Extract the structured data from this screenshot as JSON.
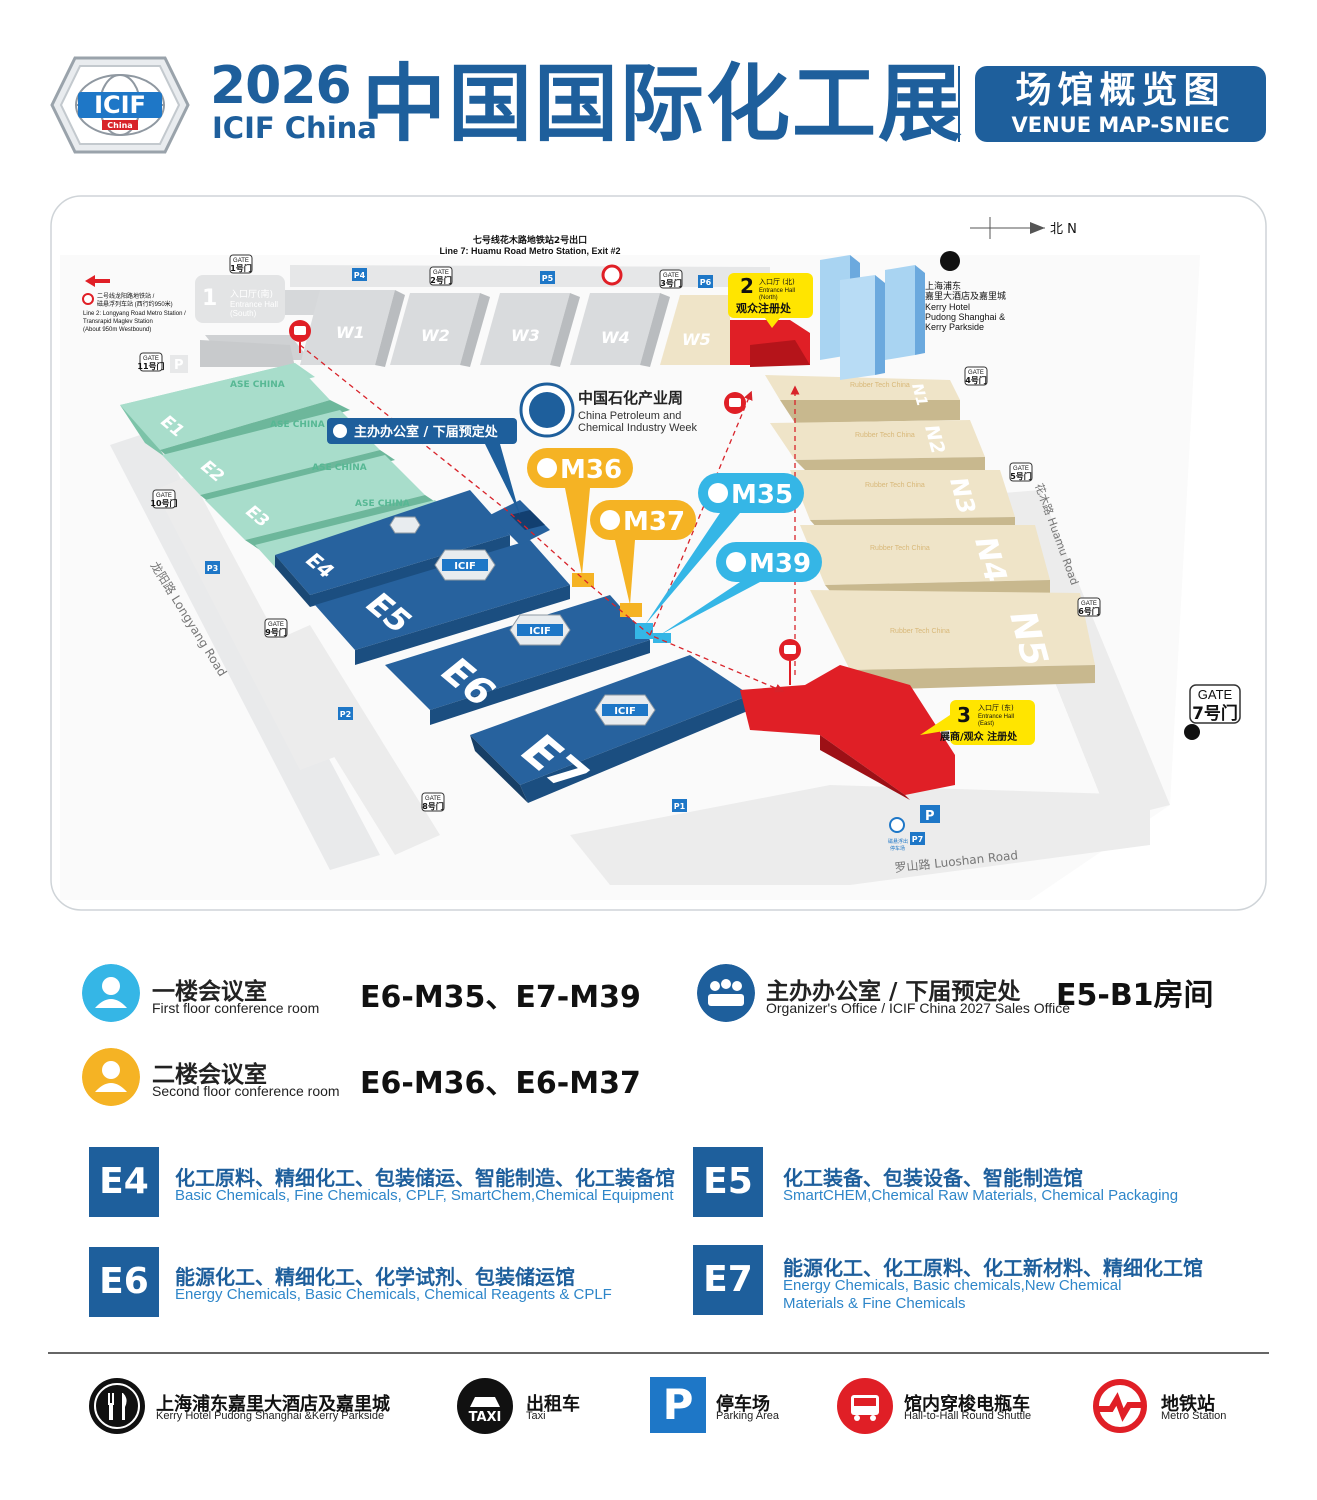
{
  "header": {
    "logo_text": "ICIF",
    "logo_sub": "China",
    "year": "2026",
    "brand": "ICIF China",
    "title": "中国国际化工展",
    "badge_cn": "场馆概览图",
    "badge_en": "VENUE MAP-SNIEC"
  },
  "map": {
    "compass": "北 N",
    "metro_exit_cn": "七号线花木路地铁站2号出口",
    "metro_exit_en": "Line 7: Huamu Road Metro Station, Exit #2",
    "west_metro": [
      "二号线龙阳路地铁站 /",
      "磁悬浮列车站 (西行约950米)",
      "Line 2: Longyang Road Metro Station /",
      "Transrapid Maglev Station",
      "(About 950m Westbound)"
    ],
    "hotel": [
      "上海浦东",
      "嘉里大酒店及嘉里城",
      "Kerry Hotel",
      "Pudong Shanghai &",
      "Kerry Parkside"
    ],
    "cpciw_cn": "中国石化产业周",
    "cpciw_en": [
      "China Petroleum and",
      "Chemical Industry Week"
    ],
    "organizer_tag": "主办办公室 / 下届预定处",
    "rooms": [
      "M36",
      "M37",
      "M35",
      "M39"
    ],
    "entrance1": {
      "num": "1",
      "cn": "入口厅(南)",
      "en": [
        "Entrance Hall",
        "(South)"
      ]
    },
    "entrance2": {
      "num": "2",
      "cn": "入口厅 (北)",
      "en": [
        "Entrance Hall",
        "(North)"
      ],
      "label": "观众注册处"
    },
    "entrance3": {
      "num": "3",
      "cn": "入口厅 (东)",
      "en": [
        "Entrance Hall",
        "(East)"
      ],
      "label": "展商/观众 注册处"
    },
    "halls_w": [
      "W1",
      "W2",
      "W3",
      "W4",
      "W5"
    ],
    "halls_e": [
      "E1",
      "E2",
      "E3",
      "E4",
      "E5",
      "E6",
      "E7"
    ],
    "halls_n": [
      "N1",
      "N2",
      "N3",
      "N4",
      "N5"
    ],
    "gate_word": "GATE",
    "gate_suffix": "号门",
    "gates": [
      "1",
      "2",
      "3",
      "4",
      "5",
      "6",
      "7",
      "8",
      "9",
      "10",
      "11"
    ],
    "parking": [
      "P1",
      "P2",
      "P3",
      "P4",
      "P5",
      "P6",
      "P7"
    ],
    "ase": "ASE CHINA",
    "rubber": "Rubber Tech China",
    "taxi_stop": [
      "磁悬浮出",
      "停车场"
    ],
    "roads": {
      "longyang": "龙阳路 Longyang Road",
      "huamu": "花木路 Huamu Road",
      "luoshan": "罗山路 Luoshan Road"
    }
  },
  "legend": {
    "first_floor": {
      "cn": "一楼会议室",
      "en": "First floor conference room",
      "rooms": "E6-M35、E7-M39",
      "color": "#35b6e6"
    },
    "second_floor": {
      "cn": "二楼会议室",
      "en": "Second floor conference room",
      "rooms": "E6-M36、E6-M37",
      "color": "#f5b324"
    },
    "organizer": {
      "cn": "主办办公室 / 下届预定处",
      "en": "Organizer's Office / ICIF China 2027 Sales Office",
      "room": "E5-B1房间",
      "color": "#1e5f9c"
    }
  },
  "halls": [
    {
      "code": "E4",
      "cn": "化工原料、精细化工、包装储运、智能制造、化工装备馆",
      "en": [
        "Basic Chemicals, Fine Chemicals, CPLF, SmartChem,Chemical Equipment"
      ]
    },
    {
      "code": "E5",
      "cn": "化工装备、包装设备、智能制造馆",
      "en": [
        "SmartCHEM,Chemical Raw Materials, Chemical Packaging"
      ]
    },
    {
      "code": "E6",
      "cn": "能源化工、精细化工、化学试剂、包装储运馆",
      "en": [
        "Energy Chemicals, Basic Chemicals, Chemical Reagents & CPLF"
      ]
    },
    {
      "code": "E7",
      "cn": "能源化工、化工原料、化工新材料、精细化工馆",
      "en": [
        "Energy Chemicals, Basic chemicals,New Chemical",
        "Materials & Fine Chemicals"
      ]
    }
  ],
  "bottom": [
    {
      "cn": "上海浦东嘉里大酒店及嘉里城",
      "en": "Kerry Hotel Pudong Shanghai &Kerry Parkside",
      "icon": "restaurant-icon"
    },
    {
      "cn": "出租车",
      "en": "Taxi",
      "icon": "taxi-icon",
      "icon_text": "TAXI"
    },
    {
      "cn": "停车场",
      "en": "Parking Area",
      "icon": "parking-icon",
      "icon_text": "P"
    },
    {
      "cn": "馆内穿梭电瓶车",
      "en": "Hall-to-Hall Round Shuttle",
      "icon": "shuttle-icon"
    },
    {
      "cn": "地铁站",
      "en": "Metro Station",
      "icon": "metro-icon"
    }
  ],
  "colors": {
    "brand": "#1e5f9c",
    "red": "#e01f26",
    "yellow": "#ffe500",
    "cyan": "#35b6e6",
    "orange": "#f5b324"
  }
}
